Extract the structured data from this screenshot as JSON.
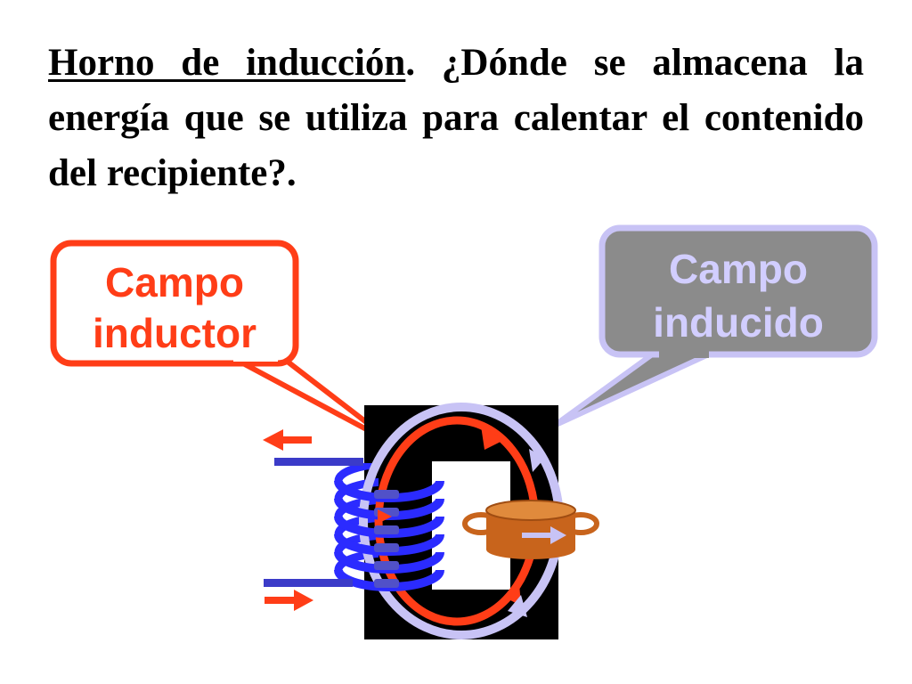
{
  "question": {
    "title": "Horno de inducción",
    "text": ". ¿Dónde se almacena la energía que se utiliza para calentar el contenido del recipiente?."
  },
  "callouts": {
    "inductor": {
      "line1": "Campo",
      "line2": "inductor"
    },
    "inducido": {
      "line1": "Campo",
      "line2": "inducido"
    }
  },
  "colors": {
    "inductor_field": "#ff3d17",
    "induced_field": "#c8c3f5",
    "induced_box_fill": "#8b8b8b",
    "induced_text": "#d2ceff",
    "coil": "#2b2bff",
    "coil_highlight": "#5151c8",
    "core": "#000000",
    "pot": "#c8641c",
    "current_arrow": "#ff3d17",
    "wire": "#3b3bc8"
  },
  "icons": [
    "arrow-left-icon",
    "arrow-right-icon"
  ]
}
